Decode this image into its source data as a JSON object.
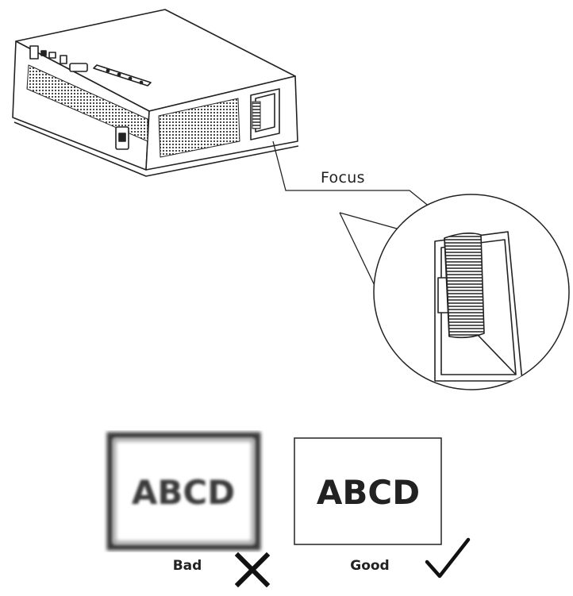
{
  "callout_label": "Focus",
  "comparison": {
    "bad": {
      "sample_text": "ABCD",
      "caption": "Bad"
    },
    "good": {
      "sample_text": "ABCD",
      "caption": "Good"
    }
  },
  "colors": {
    "line": "#222222",
    "blurred_text": "#3a3a3a"
  },
  "icons": {
    "bad": "cross-mark-icon",
    "good": "check-mark-icon"
  }
}
